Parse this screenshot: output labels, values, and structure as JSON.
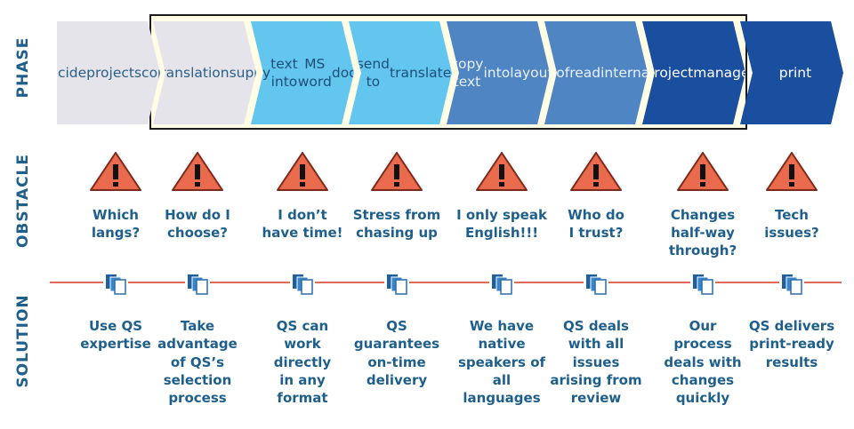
{
  "labels": {
    "phase": "PHASE",
    "obstacle": "OBSTACLE",
    "solution": "SOLUTION"
  },
  "colors": {
    "label": "#1f5f8b",
    "phase_fills": [
      "#e4e4ea",
      "#e4e4ea",
      "#63c6ee",
      "#63c6ee",
      "#4f85c3",
      "#4f85c3",
      "#1a4e9e",
      "#1a4e9e"
    ],
    "phase_text": [
      "#2b5f86",
      "#2b5f86",
      "#1d4f7a",
      "#1d4f7a",
      "#e9f2ff",
      "#e9f2ff",
      "#ffffff",
      "#ffffff"
    ],
    "warning_fill": "#e96a4c",
    "line": "#e06a57"
  },
  "phases": [
    "decide\nproject\nscope",
    "select\ntranslation\nsupplier(s)",
    "copy\ntext into\nMS word\ndoc(s)",
    "send to\ntranslate",
    "copy text\ninto\nlayout",
    "proofread\ninternally",
    "project\nmanage",
    "print"
  ],
  "obstacles": [
    "Which\nlangs?",
    "How do I\nchoose?",
    "I don’t\nhave time!",
    "Stress from\nchasing up",
    "I only speak\nEnglish!!!",
    "Who do\nI trust?",
    "Changes\nhalf-way\nthrough?",
    "Tech\nissues?"
  ],
  "solutions": [
    "Use QS\nexpertise",
    "Take\nadvantage\nof QS’s\nselection\nprocess",
    "QS can\nwork\ndirectly\nin any\nformat",
    "QS\nguarantees\non-time\ndelivery",
    "We have\nnative\nspeakers of\nall\nlanguages",
    "QS deals\nwith all\nissues\narising from\nreview",
    "Our\nprocess\ndeals with\nchanges\nquickly",
    "QS delivers\nprint-ready\nresults"
  ],
  "icons": {
    "obstacle": "warning-icon",
    "solution": "documents-icon"
  }
}
